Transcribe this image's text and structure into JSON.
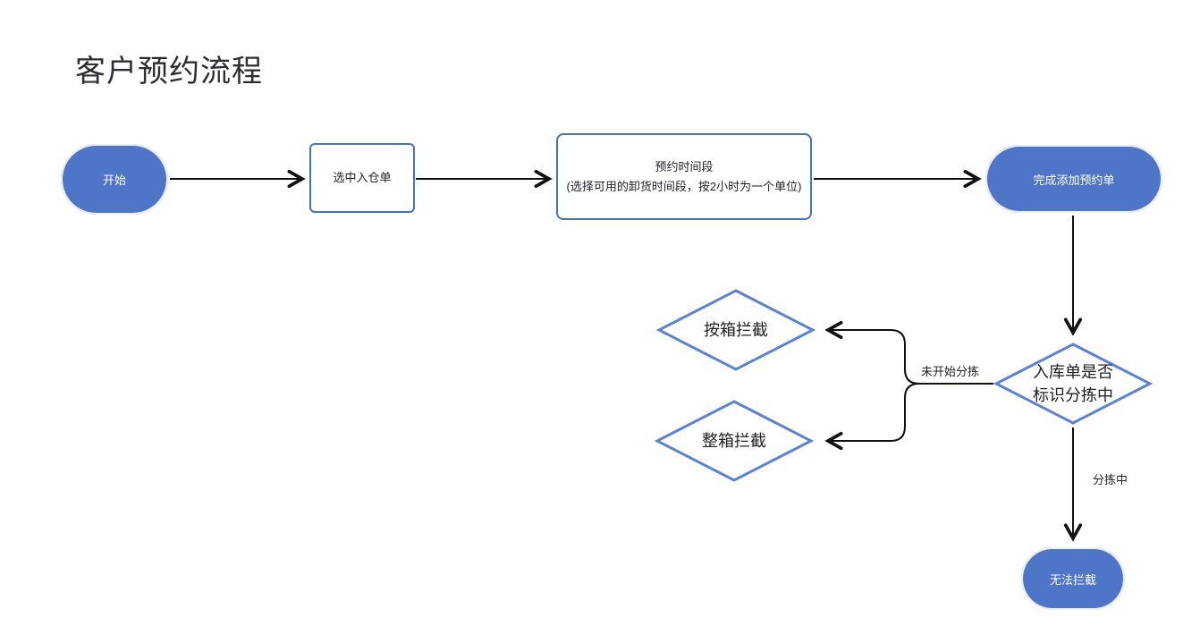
{
  "title": "客户预约流程",
  "colors": {
    "node_fill": "#4e75c7",
    "process_border": "#4472c4",
    "diamond_border": "#5b82d8",
    "connector": "#111111",
    "text_dark": "#1f1f26",
    "text_light": "#ffffff"
  },
  "nodes": {
    "start": {
      "label": "开始"
    },
    "select_inbound_order": {
      "label": "选中入仓单"
    },
    "reserve_timeslot": {
      "line1": "预约时间段",
      "line2": "(选择可用的卸货时间段，按2小时为一个单位)"
    },
    "complete_reservation": {
      "label": "完成添加预约单"
    },
    "sorting_decision": {
      "label": "入库单是否标识分拣中"
    },
    "intercept_by_box": {
      "label": "按箱拦截"
    },
    "intercept_whole_box": {
      "label": "整箱拦截"
    },
    "cannot_intercept": {
      "label": "无法拦截"
    }
  },
  "edge_labels": {
    "not_started_sorting": "未开始分拣",
    "sorting_in_progress": "分拣中"
  }
}
